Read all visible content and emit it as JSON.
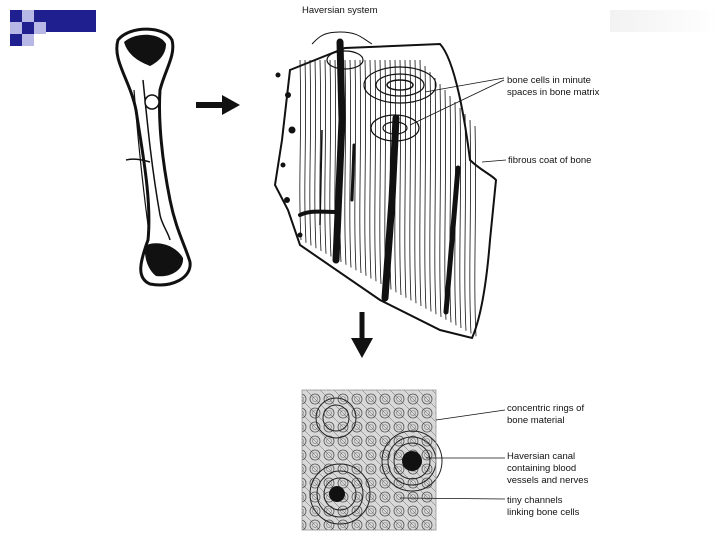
{
  "diagram": {
    "labels": {
      "haversian_system": "Haversian system",
      "bone_cells": [
        "bone cells in minute",
        "spaces in bone matrix"
      ],
      "fibrous_coat": "fibrous coat of bone",
      "concentric_rings": [
        "concentric rings of",
        "bone material"
      ],
      "haversian_canal": [
        "Haversian canal",
        "containing blood",
        "vessels and nerves"
      ],
      "tiny_channels": [
        "tiny channels",
        "linking bone cells"
      ]
    }
  },
  "colors": {
    "ink": "#111111",
    "accent_navy": "#1f1f8f",
    "accent_lavender": "#b8b8e6",
    "micro_background": "#d8d8d8",
    "header_gradient": "#f2f2f2"
  }
}
